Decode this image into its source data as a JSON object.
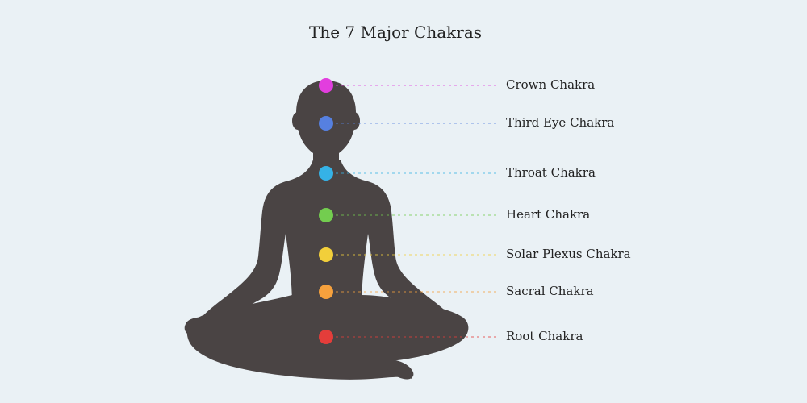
{
  "title": "The 7 Major Chakras",
  "figure": {
    "body_color": "#4a4444",
    "background_color": "#eaf1f5"
  },
  "chakras": [
    {
      "label": "Crown Chakra",
      "color": "#e23ede"
    },
    {
      "label": "Third Eye Chakra",
      "color": "#5680e0"
    },
    {
      "label": "Throat Chakra",
      "color": "#35b2e6"
    },
    {
      "label": "Heart Chakra",
      "color": "#73cd4f"
    },
    {
      "label": "Solar Plexus Chakra",
      "color": "#f2cf3a"
    },
    {
      "label": "Sacral Chakra",
      "color": "#f6a13d"
    },
    {
      "label": "Root Chakra",
      "color": "#e43d3a"
    }
  ]
}
